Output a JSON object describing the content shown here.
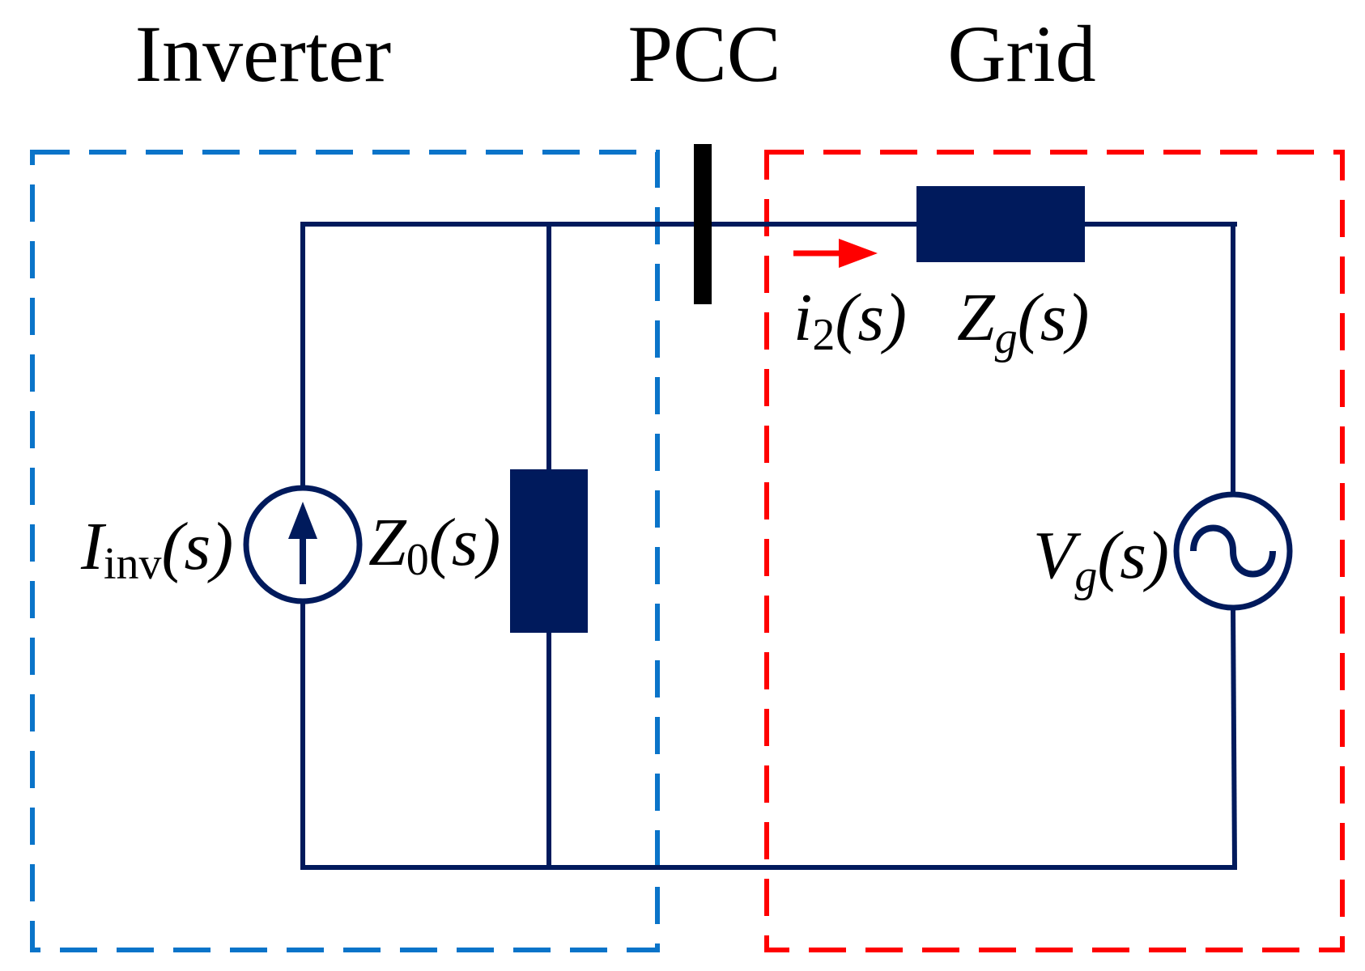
{
  "titles": {
    "inverter": "Inverter",
    "pcc": "PCC",
    "grid": "Grid"
  },
  "labels": {
    "iinv": {
      "main": "I",
      "sub": "inv",
      "arg": "(s)"
    },
    "z0": {
      "main": "Z",
      "sub": "0",
      "arg": "(s)"
    },
    "i2": {
      "main": "i",
      "sub": "2",
      "arg": "(s)"
    },
    "zg": {
      "main": "Z",
      "sub": "g",
      "arg": "(s)"
    },
    "vg": {
      "main": "V",
      "sub": "g",
      "arg": "(s)"
    }
  },
  "colors": {
    "wire": "#001a5c",
    "inverter_box": "#0a74c9",
    "grid_box": "#ff0000",
    "current_arrow": "#ff0000",
    "pcc_bar": "#000000",
    "impedance_fill": "#001a5c"
  }
}
